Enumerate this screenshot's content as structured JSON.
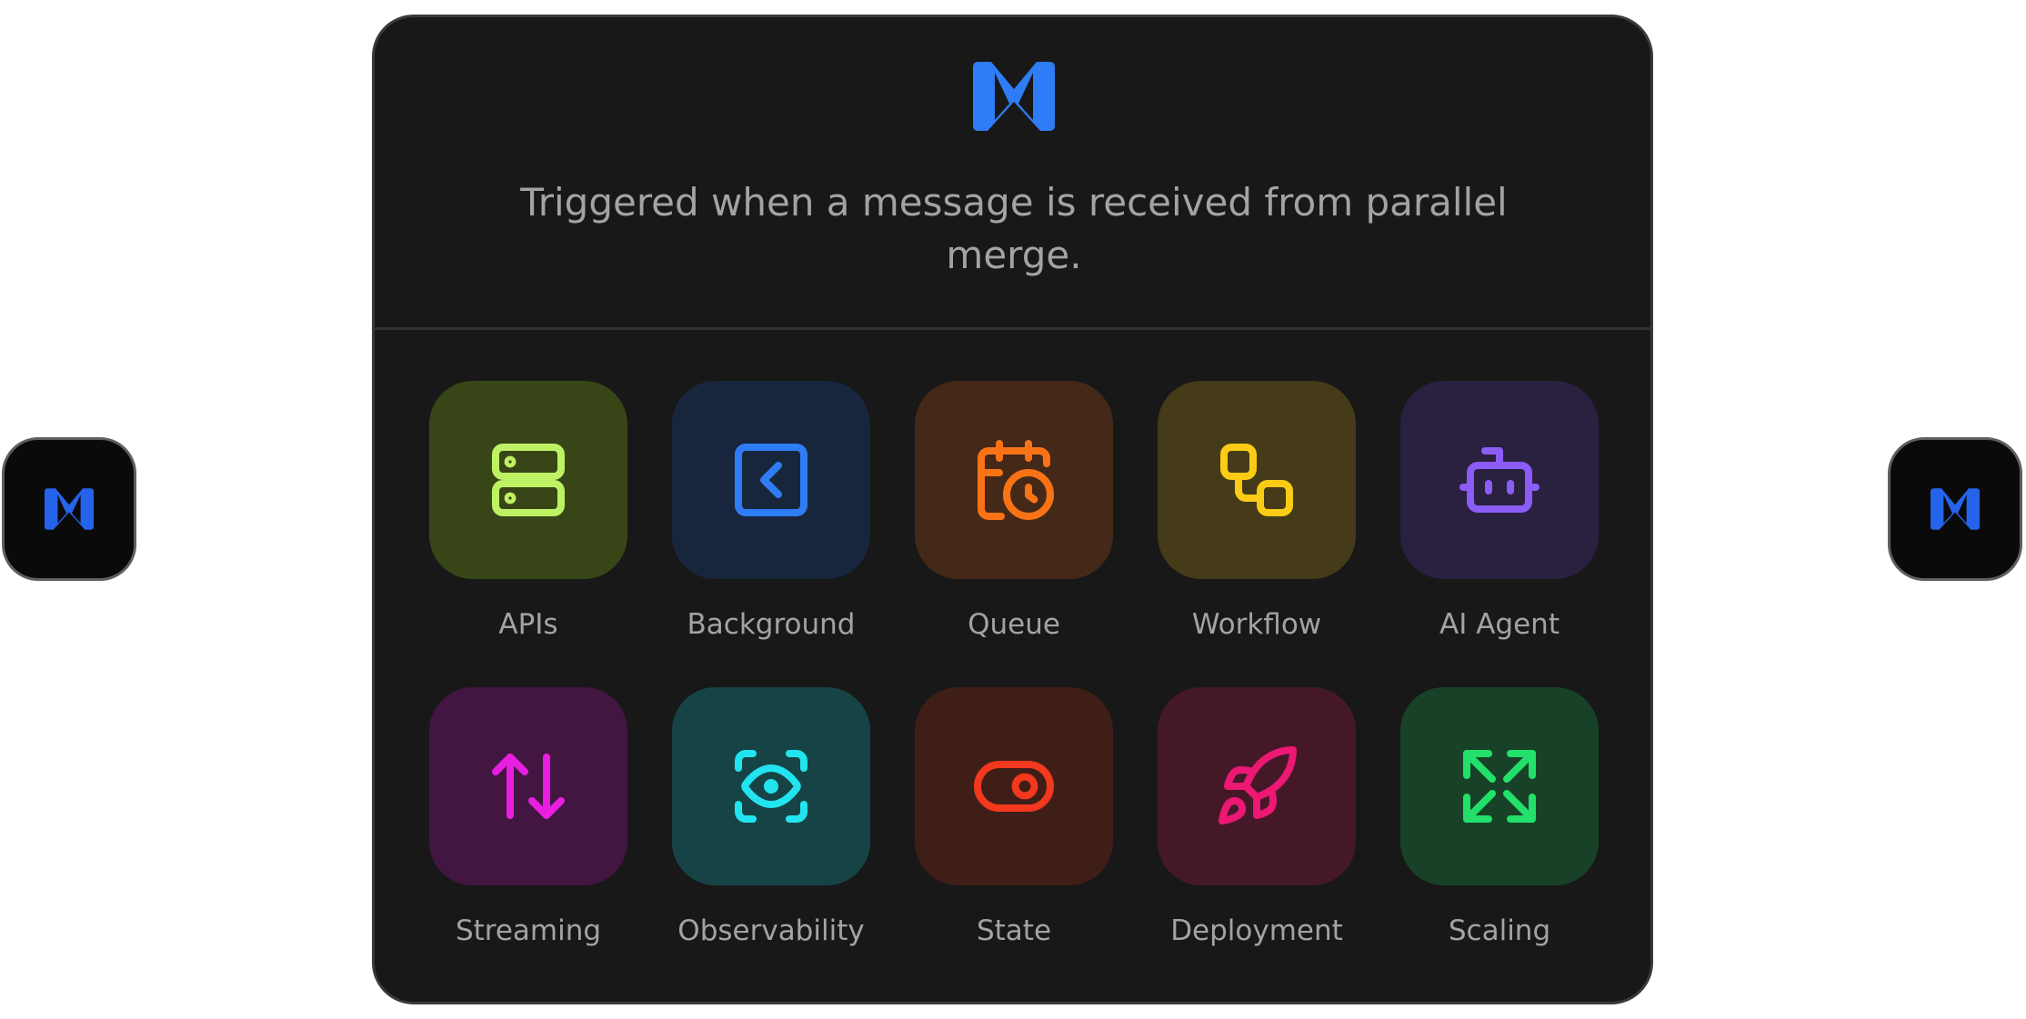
{
  "node": {
    "logo_icon": "motia-logo-icon",
    "logo_color": "#2563eb"
  },
  "card": {
    "description": "Triggered when a message is received from parallel merge."
  },
  "tiles": [
    {
      "label": "APIs",
      "icon": "server-icon",
      "color": "#bef264",
      "bg": "#384617"
    },
    {
      "label": "Background",
      "icon": "square-chevron-left-icon",
      "color": "#2f7df6",
      "bg": "#18263d"
    },
    {
      "label": "Queue",
      "icon": "calendar-clock-icon",
      "color": "#f97316",
      "bg": "#442918"
    },
    {
      "label": "Workflow",
      "icon": "workflow-icon",
      "color": "#facc15",
      "bg": "#453b19"
    },
    {
      "label": "AI Agent",
      "icon": "bot-icon",
      "color": "#8b5cf6",
      "bg": "#2a2040"
    },
    {
      "label": "Streaming",
      "icon": "arrow-up-down-icon",
      "color": "#e81ee0",
      "bg": "#421640"
    },
    {
      "label": "Observability",
      "icon": "scan-eye-icon",
      "color": "#22e4f0",
      "bg": "#164446"
    },
    {
      "label": "State",
      "icon": "toggle-icon",
      "color": "#f2381e",
      "bg": "#3f1e17"
    },
    {
      "label": "Deployment",
      "icon": "rocket-icon",
      "color": "#ec1873",
      "bg": "#451828"
    },
    {
      "label": "Scaling",
      "icon": "expand-icon",
      "color": "#22e06a",
      "bg": "#174227"
    }
  ]
}
